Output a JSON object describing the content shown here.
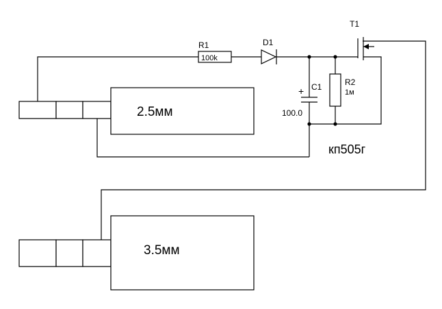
{
  "components": {
    "r1": {
      "ref": "R1",
      "value": "100k"
    },
    "d1": {
      "ref": "D1"
    },
    "c1": {
      "ref": "C1",
      "value": "100.0",
      "polarity": "+"
    },
    "r2": {
      "ref": "R2",
      "value": "1м"
    },
    "t1": {
      "ref": "T1",
      "part": "кп505г"
    }
  },
  "jacks": {
    "small": {
      "label": "2.5мм"
    },
    "large": {
      "label": "3.5мм"
    }
  },
  "colors": {
    "ink": "#000000",
    "paper": "#ffffff"
  }
}
